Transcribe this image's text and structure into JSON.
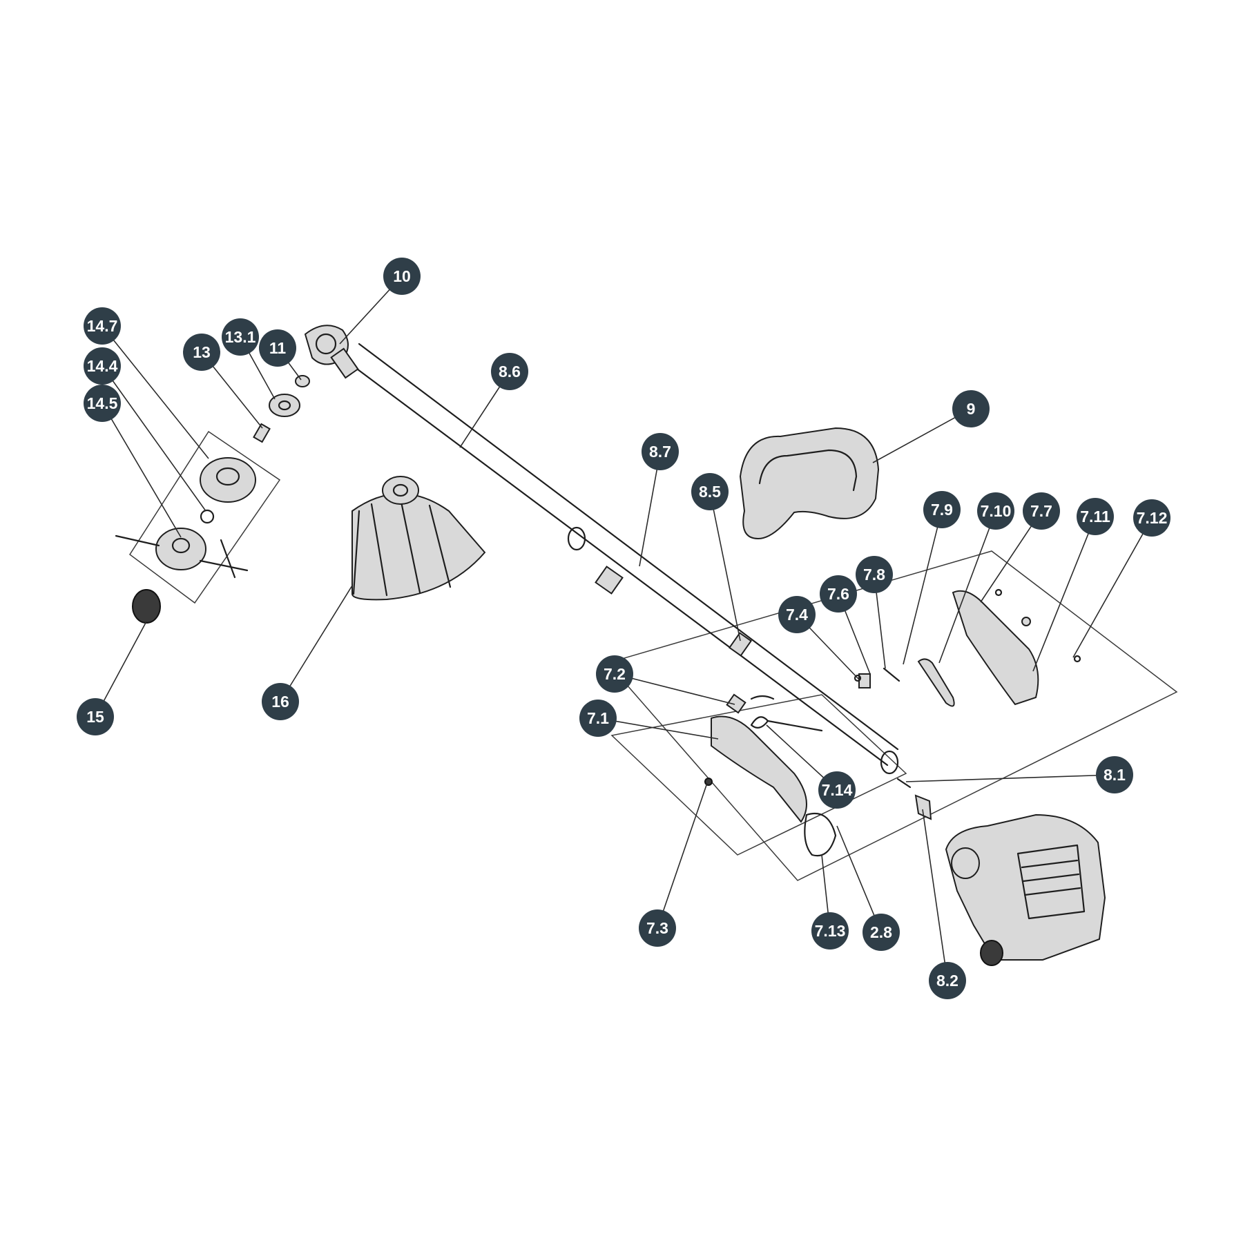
{
  "diagram": {
    "callouts": [
      "10",
      "14.7",
      "13.1",
      "11",
      "13",
      "14.4",
      "14.5",
      "8.6",
      "9",
      "8.7",
      "8.5",
      "7.9",
      "7.10",
      "7.7",
      "7.11",
      "7.12",
      "7.8",
      "7.6",
      "7.4",
      "7.2",
      "7.1",
      "16",
      "15",
      "7.14",
      "8.1",
      "7.3",
      "7.13",
      "2.8",
      "8.2"
    ]
  },
  "colors": {
    "callout_fill": "#2f3e48",
    "callout_text": "#ffffff",
    "line_art": "#1e1e1e"
  }
}
